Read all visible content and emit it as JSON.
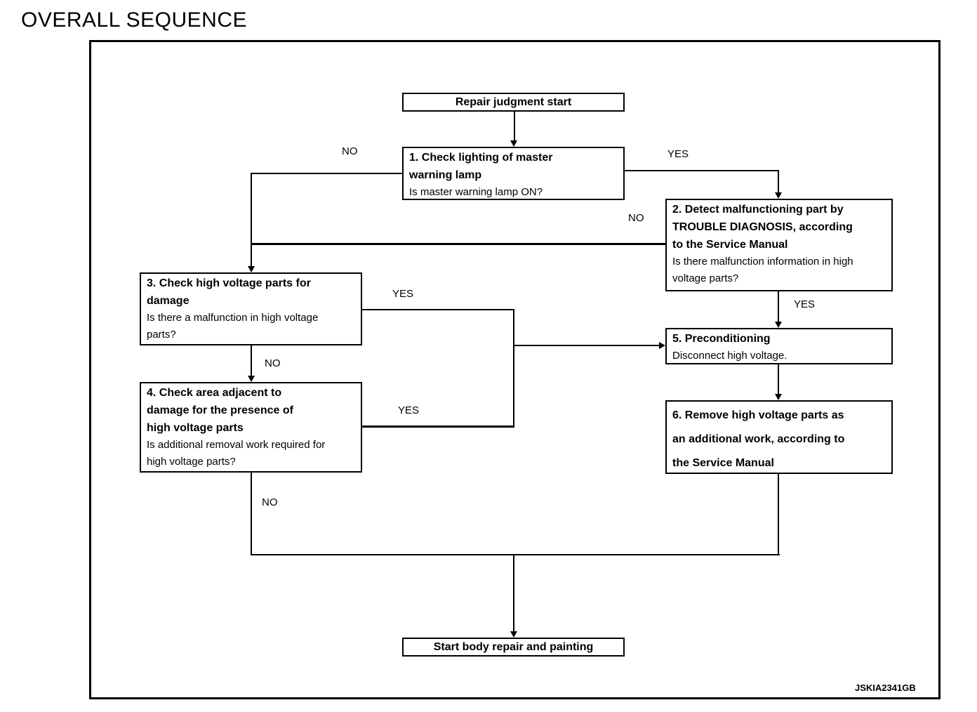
{
  "title": "OVERALL SEQUENCE",
  "figure_code": "JSKIA2341GB",
  "flow": {
    "start_label": "Repair judgment start",
    "end_label": "Start body repair and painting",
    "steps": [
      {
        "title": "1. Check lighting of master\nwarning lamp",
        "question": "Is master warning lamp ON?"
      },
      {
        "title": "2. Detect malfunctioning part by\nTROUBLE DIAGNOSIS, according\nto the Service Manual",
        "question": "Is there malfunction information in high\nvoltage parts?"
      },
      {
        "title": "3. Check high voltage parts for\ndamage",
        "question": "Is there a malfunction in high voltage\nparts?"
      },
      {
        "title": "4. Check area adjacent to\ndamage for the presence of\nhigh voltage parts",
        "question": "Is additional removal work required for\nhigh voltage parts?"
      },
      {
        "title": "5. Preconditioning",
        "question": "Disconnect high voltage."
      },
      {
        "title": "6. Remove high voltage parts as\nan additional work, according to\nthe Service Manual",
        "question": ""
      }
    ]
  },
  "branch_labels": {
    "step1_no": "NO",
    "step1_yes": "YES",
    "step2_no": "NO",
    "step2_yes": "YES",
    "step3_yes": "YES",
    "step3_no": "NO",
    "step4_yes": "YES",
    "step4_no": "NO"
  },
  "colors": {
    "line": "#000000",
    "text": "#000000",
    "background": "#ffffff"
  }
}
